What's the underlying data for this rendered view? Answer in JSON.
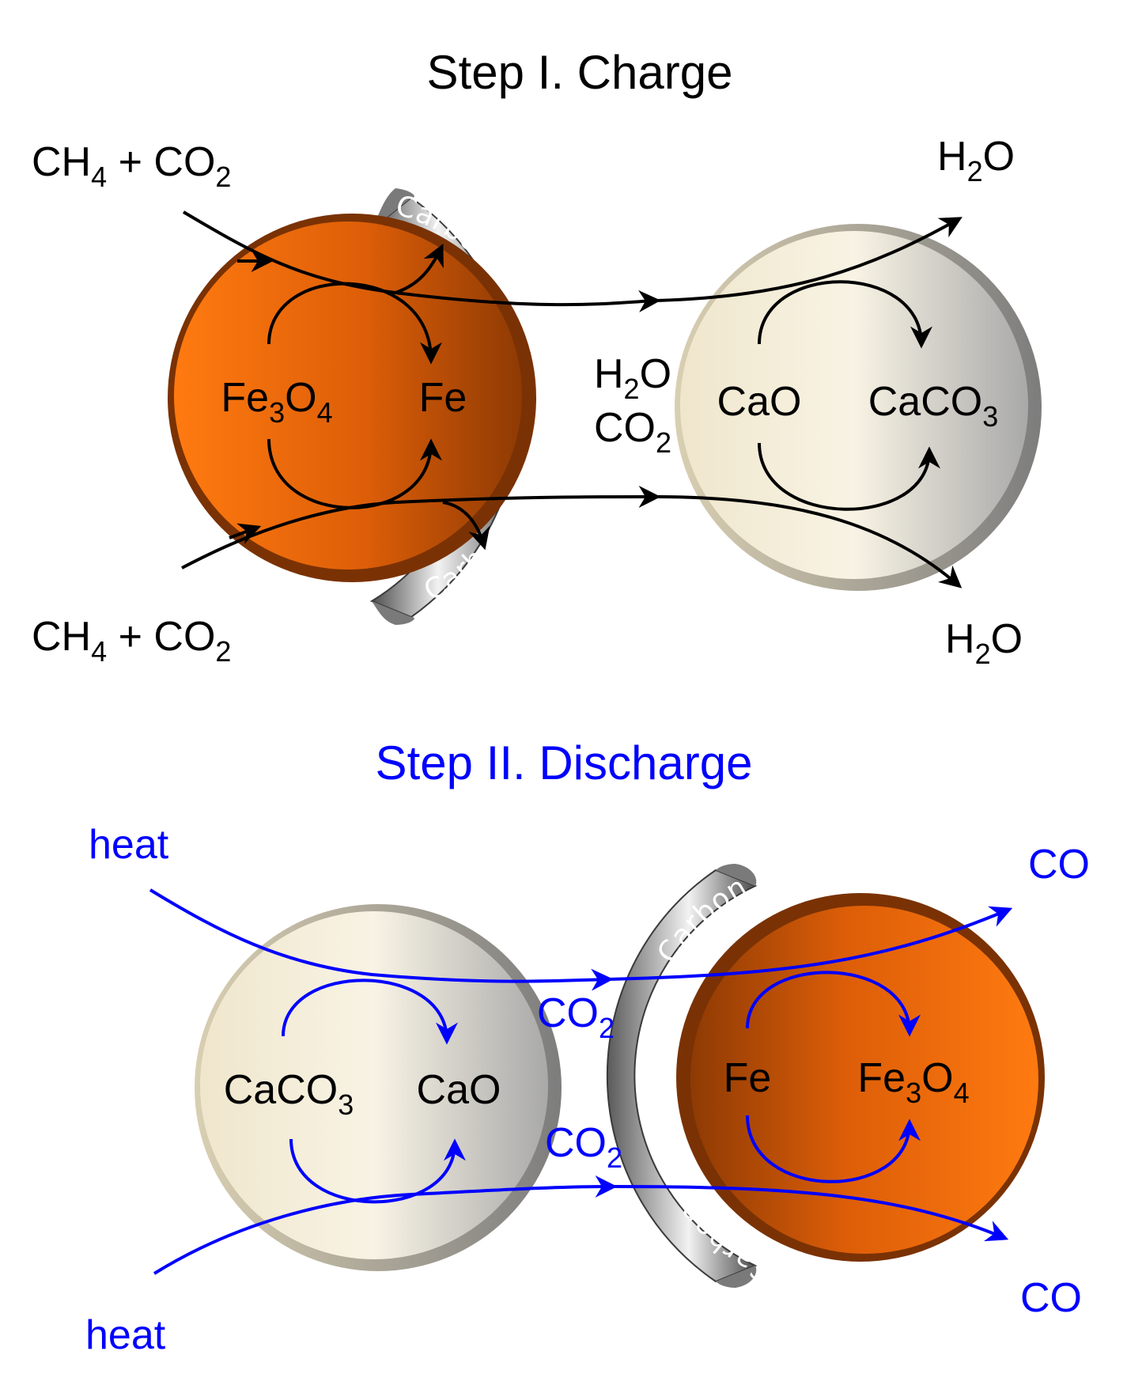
{
  "colors": {
    "charge": "#000000",
    "discharge": "#0000ff",
    "fe_particle": "#e8620a",
    "cao_particle": "#e6dcc4",
    "carbon_shell": "#8c8c8c"
  },
  "step1": {
    "title": "Step I. Charge",
    "inlet_top": {
      "main": "CH",
      "sub1": "4",
      "mid": " + CO",
      "sub2": "2"
    },
    "inlet_bottom": {
      "main": "CH",
      "sub1": "4",
      "mid": " + CO",
      "sub2": "2"
    },
    "outlet_top": {
      "pre": "H",
      "sub": "2",
      "post": "O"
    },
    "outlet_bottom": {
      "pre": "H",
      "sub": "2",
      "post": "O"
    },
    "fe_particle": {
      "reactant": {
        "pre": "Fe",
        "sub": "3",
        "post": "O",
        "sub2": "4"
      },
      "product": "Fe"
    },
    "carbon_top": "Carbon",
    "carbon_bottom": "Carbon",
    "gap_species": {
      "line1": {
        "pre": "H",
        "sub": "2",
        "post": "O"
      },
      "line2": {
        "pre": "CO",
        "sub": "2"
      }
    },
    "cao_particle": {
      "reactant": "CaO",
      "product": {
        "pre": "CaCO",
        "sub": "3"
      }
    }
  },
  "step2": {
    "title": "Step II. Discharge",
    "inlet_top": "heat",
    "inlet_bottom": "heat",
    "outlet_top": "CO",
    "outlet_bottom": "CO",
    "cao_particle": {
      "reactant": {
        "pre": "CaCO",
        "sub": "3"
      },
      "product": "CaO"
    },
    "gap_species_top": {
      "pre": "CO",
      "sub": "2"
    },
    "gap_species_bottom": {
      "pre": "CO",
      "sub": "2"
    },
    "carbon_top": "Carbon",
    "carbon_bottom": "Carbon",
    "fe_particle": {
      "reactant": "Fe",
      "product": {
        "pre": "Fe",
        "sub": "3",
        "post": "O",
        "sub2": "4"
      }
    }
  }
}
